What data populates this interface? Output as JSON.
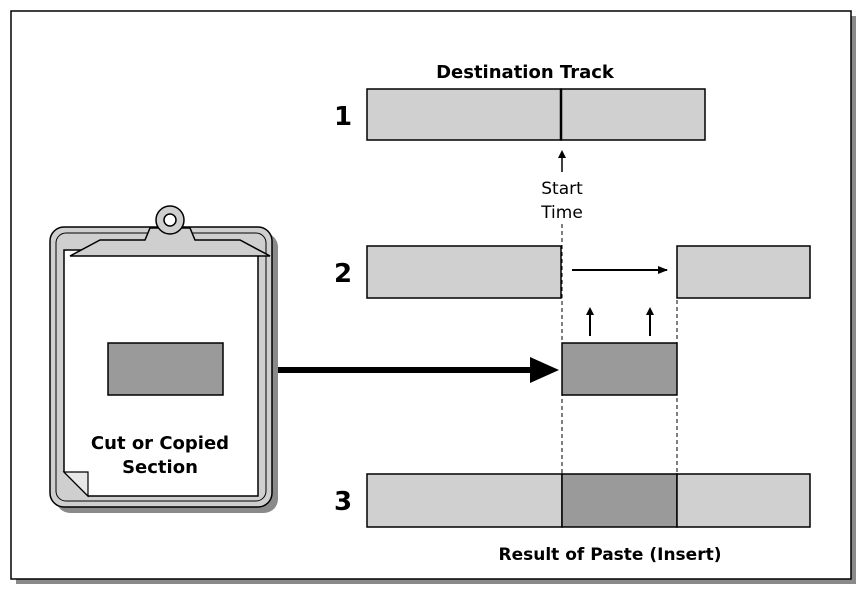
{
  "diagram": {
    "title": "Destination Track",
    "step_labels": [
      "1",
      "2",
      "3"
    ],
    "start_time_line1": "Start",
    "start_time_line2": "Time",
    "clipboard_label_line1": "Cut or Copied",
    "clipboard_label_line2": "Section",
    "result_caption": "Result of Paste (Insert)"
  },
  "colors": {
    "track_light": "#d0d0d0",
    "track_dark": "#9a9a9a",
    "stroke": "#000000",
    "clipboard_frame": "#cfcfcf",
    "clipboard_paper": "#ffffff",
    "frame_shadow": "#8a8a8a"
  }
}
